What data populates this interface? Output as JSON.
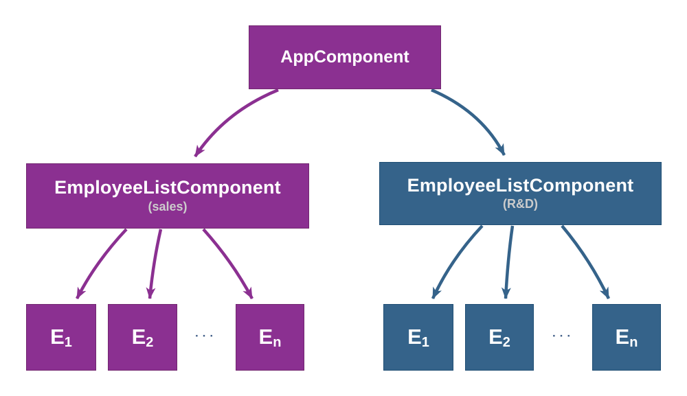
{
  "colors": {
    "purple": "#8b3091",
    "purple_border": "#71266f",
    "blue": "#35638a",
    "blue_border": "#1f4e74",
    "node_text": "#ffffff",
    "subtitle_text": "#cccccc",
    "ellipsis": "#44618a",
    "background": "#ffffff"
  },
  "diagram": {
    "root": {
      "label": "AppComponent"
    },
    "branches": [
      {
        "name": "sales",
        "label": "EmployeeListComponent",
        "sublabel": "(sales)",
        "children": [
          {
            "base": "E",
            "sub": "1"
          },
          {
            "base": "E",
            "sub": "2"
          },
          {
            "base": "E",
            "sub": "n"
          }
        ],
        "ellipsis": "···"
      },
      {
        "name": "rnd",
        "label": "EmployeeListComponent",
        "sublabel": "(R&D)",
        "children": [
          {
            "base": "E",
            "sub": "1"
          },
          {
            "base": "E",
            "sub": "2"
          },
          {
            "base": "E",
            "sub": "n"
          }
        ],
        "ellipsis": "···"
      }
    ]
  }
}
